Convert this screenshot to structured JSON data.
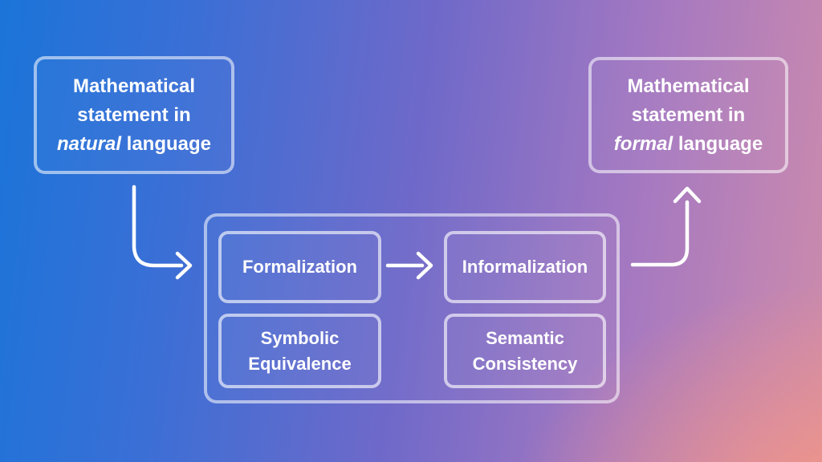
{
  "diagram": {
    "nodes": {
      "natural_statement": {
        "line1": "Mathematical",
        "line2": "statement in",
        "italic_word": "natural",
        "after_italic": " language"
      },
      "formal_statement": {
        "line1": "Mathematical",
        "line2": "statement in",
        "italic_word": "formal",
        "after_italic": " language"
      },
      "formalization": {
        "label": "Formalization"
      },
      "informalization": {
        "label": "Informalization"
      },
      "symbolic_equivalence": {
        "label": "Symbolic Equivalence"
      },
      "semantic_consistency": {
        "label": "Semantic Consistency"
      }
    },
    "arrows": [
      {
        "name": "natural-to-pipeline",
        "direction": "down-then-right"
      },
      {
        "name": "formalization-to-informalization",
        "direction": "right"
      },
      {
        "name": "pipeline-to-formal",
        "direction": "right-then-up"
      }
    ],
    "colors": {
      "bg_blue": "#1b74d9",
      "bg_purple": "#6f69c9",
      "bg_mauve": "#b27cbc",
      "bg_salmon": "#e89098",
      "box_border": "#ffffff",
      "text": "#ffffff"
    }
  }
}
